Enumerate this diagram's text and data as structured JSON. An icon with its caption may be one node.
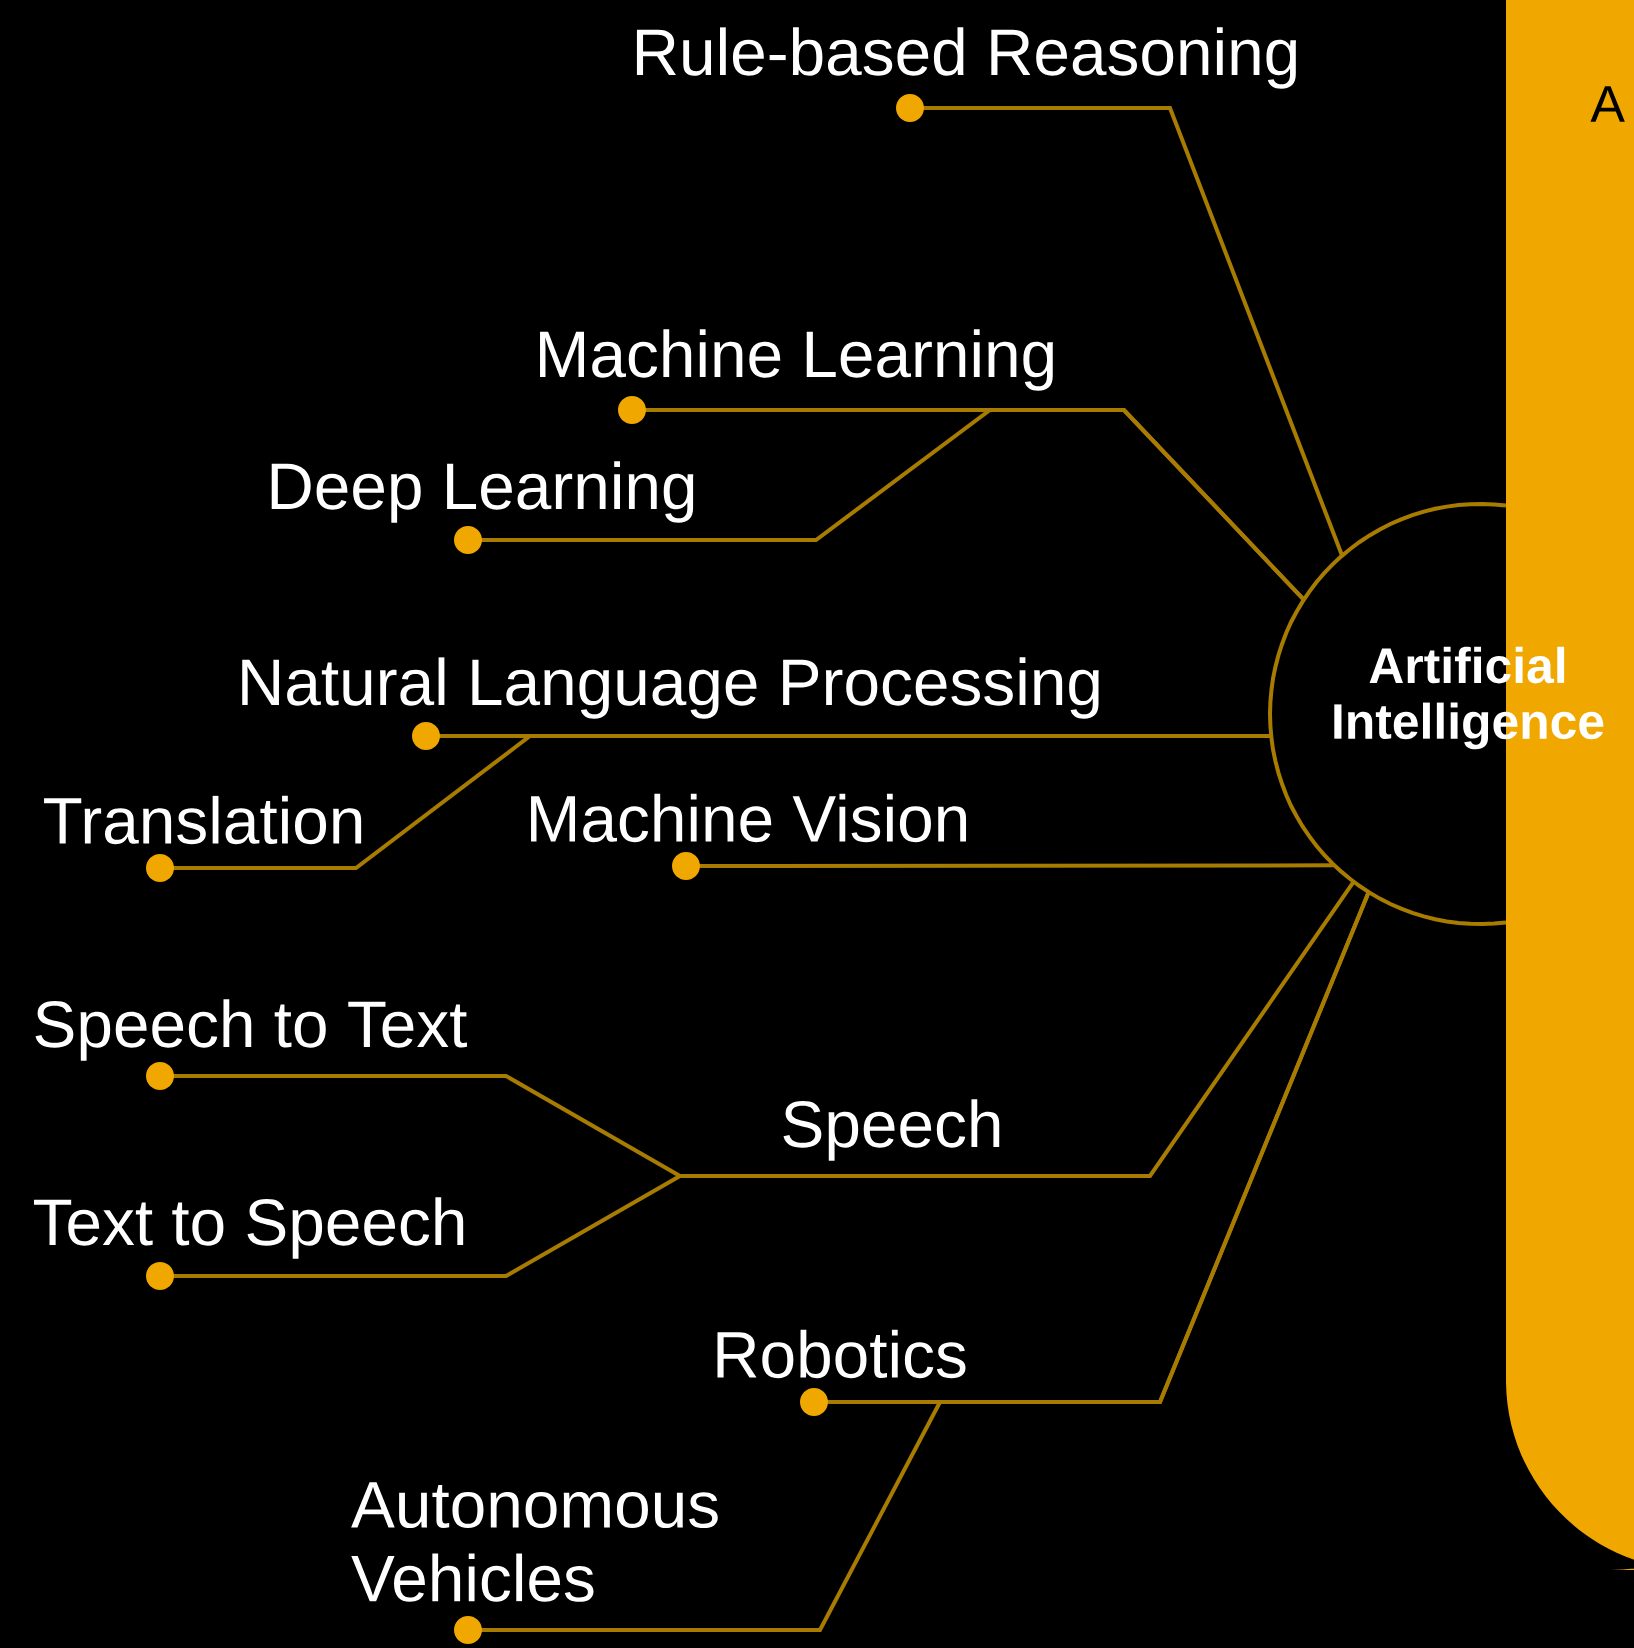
{
  "diagram": {
    "nodes": [
      {
        "text": [
          "Artificial Intelligence"
        ]
      },
      {
        "text": [
          "Rule-based Reasoning"
        ]
      },
      {
        "text": [
          "Machine Learning"
        ]
      },
      {
        "text": [
          "Deep Learning"
        ]
      },
      {
        "text": [
          "Natural Language Processing"
        ]
      },
      {
        "text": [
          "Translation"
        ]
      },
      {
        "text": [
          "Machine Vision"
        ]
      },
      {
        "text": [
          "Speech to Text"
        ]
      },
      {
        "text": [
          "Text to Speech"
        ]
      },
      {
        "text": [
          "Speech"
        ]
      },
      {
        "text": [
          "Robotics"
        ]
      },
      {
        "text": [
          "Autonomous Vehicles"
        ]
      }
    ],
    "edges": [
      {
        "from": 1,
        "to": 0,
        "arrow": "other"
      },
      {
        "from": 2,
        "to": 0,
        "arrow": "other"
      },
      {
        "from": 3,
        "to": 0,
        "arrow": "other"
      },
      {
        "from": 4,
        "to": 0,
        "arrow": "other"
      },
      {
        "from": 5,
        "to": 0,
        "arrow": "other"
      },
      {
        "from": 6,
        "to": 0,
        "arrow": "other"
      },
      {
        "from": 7,
        "to": 9,
        "arrow": "other"
      },
      {
        "from": 8,
        "to": 9,
        "arrow": "other"
      },
      {
        "from": 9,
        "to": 0,
        "arrow": "none"
      },
      {
        "from": 10,
        "to": 0,
        "arrow": "other"
      },
      {
        "from": 11,
        "to": 0,
        "arrow": "other"
      }
    ],
    "labels": [
      "A"
    ]
  }
}
